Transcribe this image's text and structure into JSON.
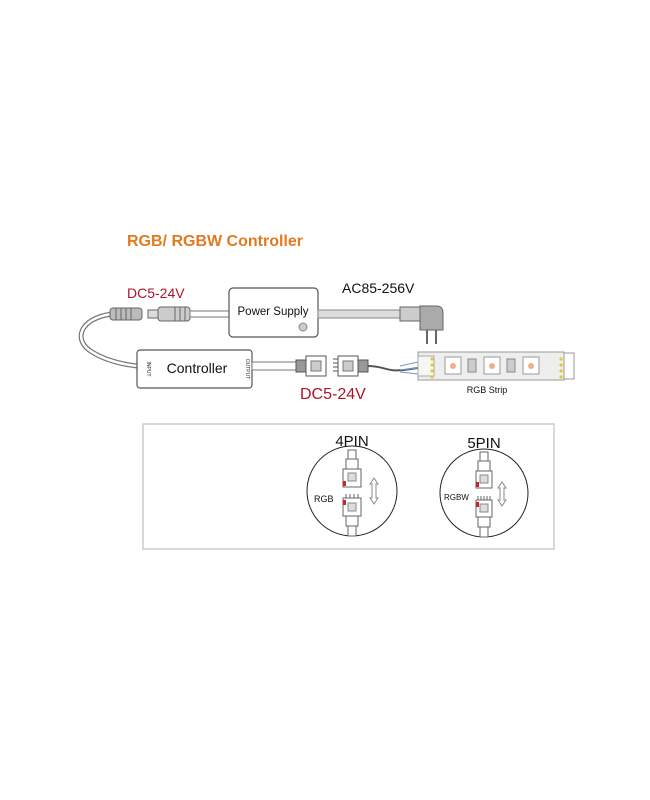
{
  "title": "RGB/ RGBW Controller",
  "colors": {
    "title": "#e07b20",
    "voltage": "#b0142a",
    "line": "#555555",
    "connector_red": "#d0202a"
  },
  "wiring": {
    "dc_input_label": "DC5-24V",
    "power_supply_label": "Power Supply",
    "ac_label": "AC85-256V",
    "controller_label": "Controller",
    "input_port_label": "INPUT",
    "output_port_label": "OUTPUT",
    "dc_output_label": "DC5-24V",
    "strip_label": "RGB Strip"
  },
  "pin_panel": {
    "four_pin": {
      "title": "4PIN",
      "label": "RGB"
    },
    "five_pin": {
      "title": "5PIN",
      "label": "RGBW"
    }
  }
}
